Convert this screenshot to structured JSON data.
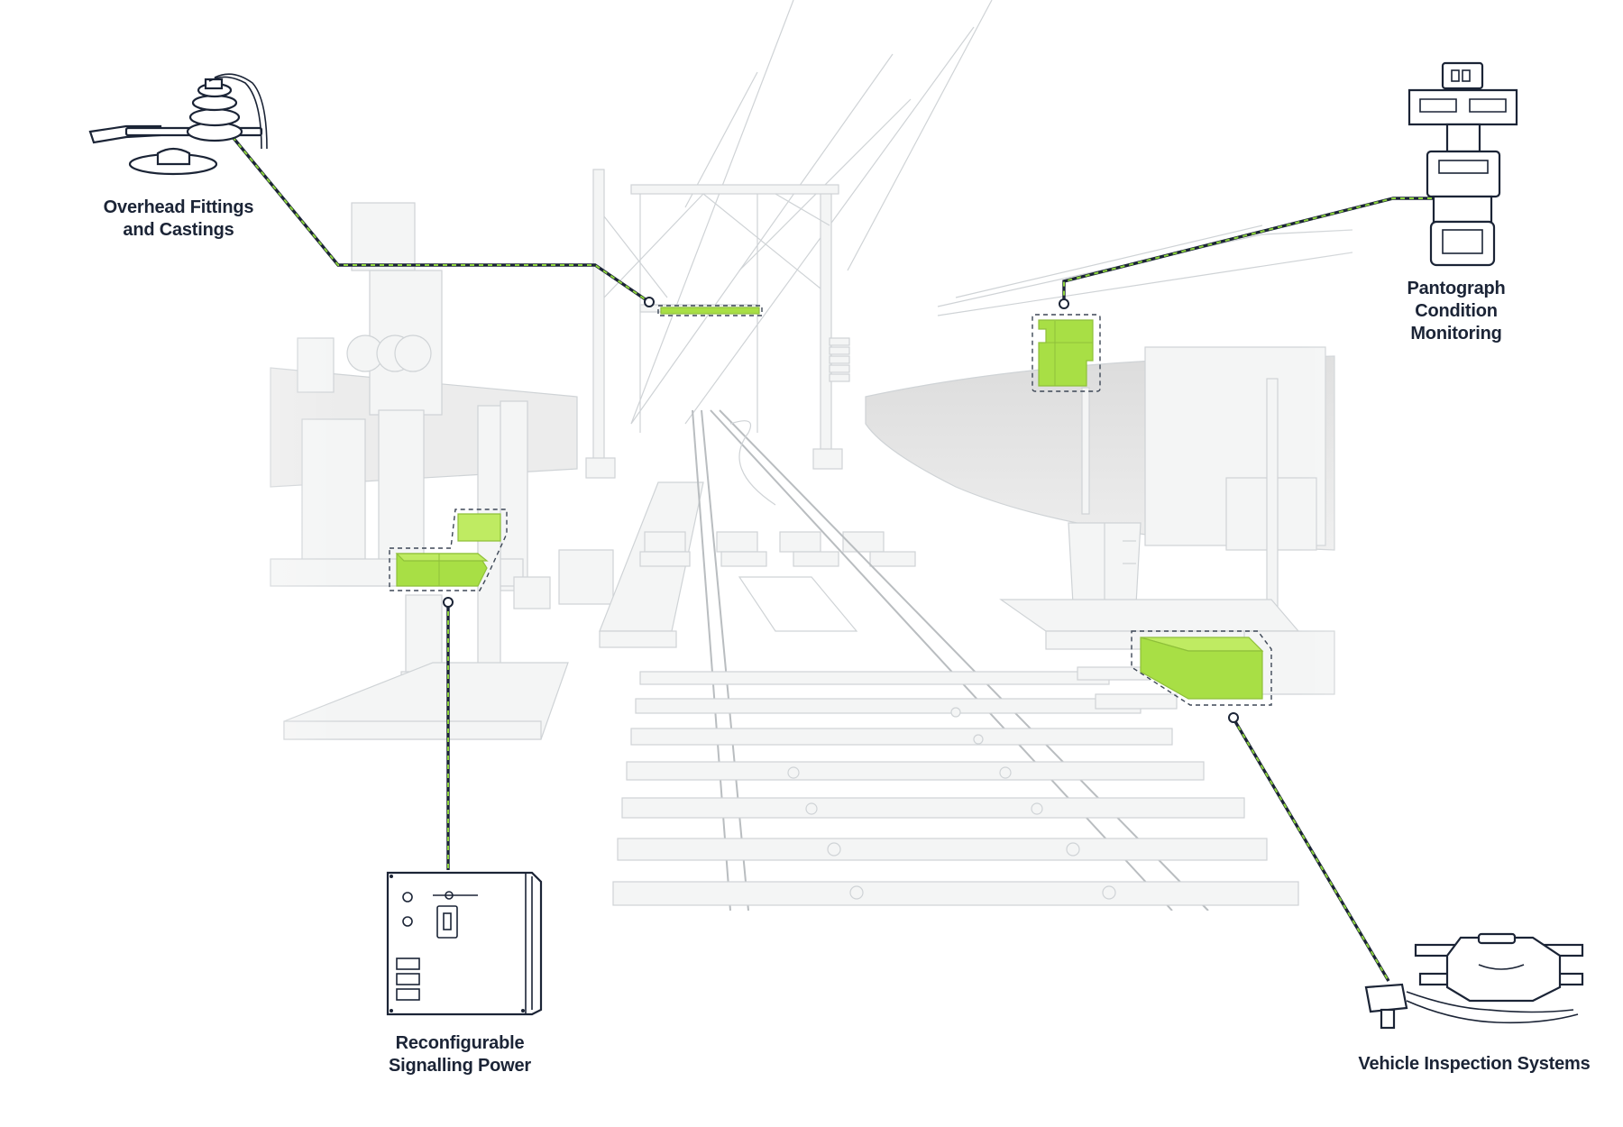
{
  "labels": {
    "overhead": [
      "Overhead Fittings",
      "and Castings"
    ],
    "pantograph": [
      "Pantograph",
      "Condition",
      "Monitoring"
    ],
    "signalling": [
      "Reconfigurable",
      "Signalling Power"
    ],
    "vehicle": [
      "Vehicle Inspection Systems"
    ]
  },
  "icons": {
    "overhead": "overhead-insulator-icon",
    "pantograph": "pantograph-sensor-icon",
    "signalling": "power-enclosure-icon",
    "vehicle": "wheel-inspection-sensor-icon"
  },
  "colors": {
    "highlight": "#a8df45",
    "leader_dark": "#1b2436",
    "leader_accent": "#8cd43a",
    "label_text": "#1b2436",
    "line_art": "#cfd3d6"
  }
}
